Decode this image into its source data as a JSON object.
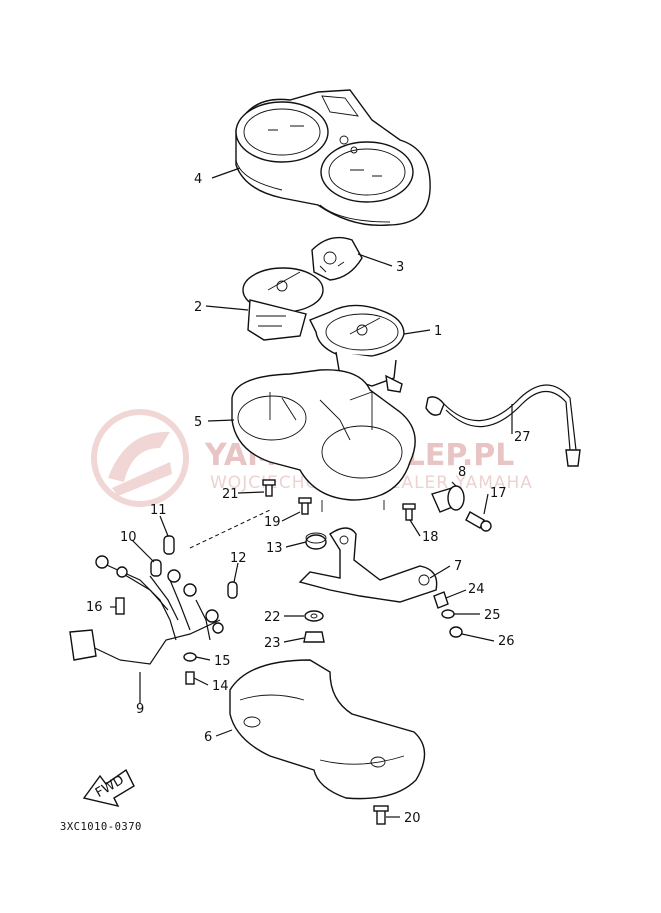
{
  "watermark": {
    "brand": "YAMAHA-SKLEP.PL",
    "tagline": "WOJCIECHOWICZ DEALER YAMAHA"
  },
  "diagram_code": "3XC1010-0370",
  "fwd_label": "FWD",
  "callouts": {
    "p1": "1",
    "p2": "2",
    "p3": "3",
    "p4": "4",
    "p5": "5",
    "p6": "6",
    "p7": "7",
    "p8": "8",
    "p9": "9",
    "p10": "10",
    "p11": "11",
    "p12": "12",
    "p13": "13",
    "p14": "14",
    "p15": "15",
    "p16": "16",
    "p17": "17",
    "p18": "18",
    "p19": "19",
    "p20": "20",
    "p21": "21",
    "p22": "22",
    "p23": "23",
    "p24": "24",
    "p25": "25",
    "p26": "26",
    "p27": "27"
  },
  "colors": {
    "line": "#111111",
    "watermark": "#e8c4c4"
  }
}
